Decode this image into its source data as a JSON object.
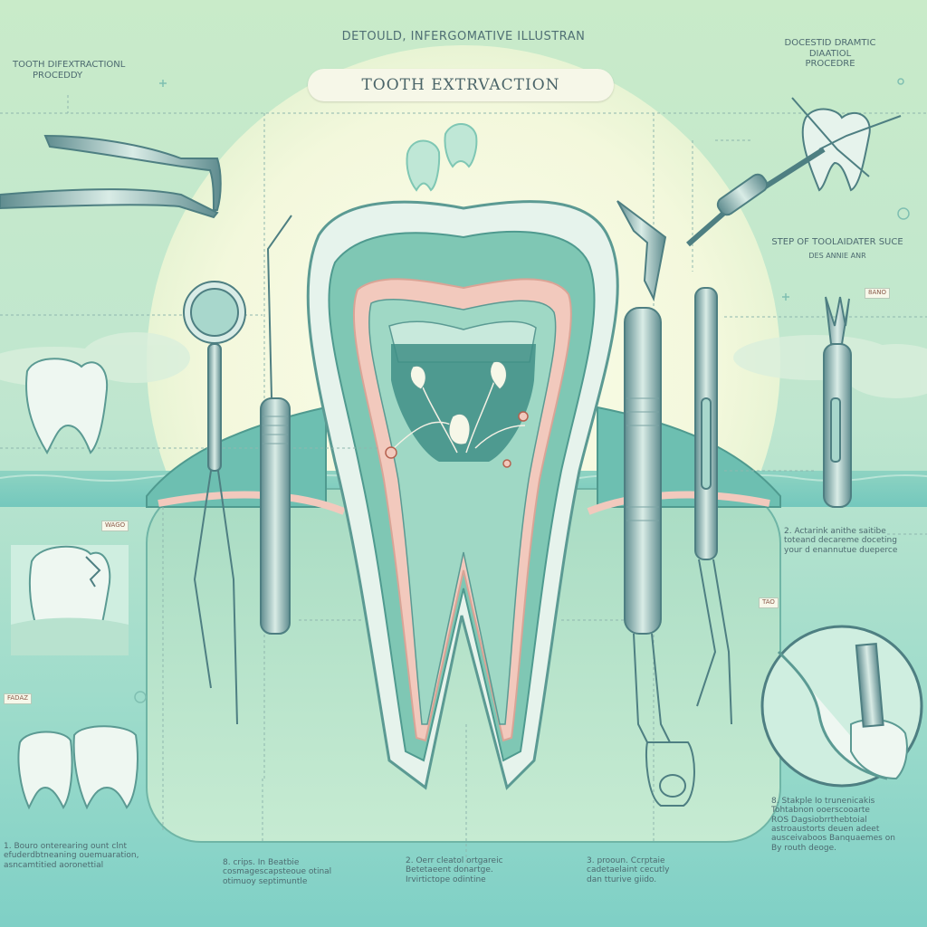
{
  "header": {
    "subtitle": "DETOULD, INFERGOMATIVE ILLUSTRAN",
    "title": "TOOTH EXTRVACTION"
  },
  "top_left_label": [
    "TOOTH DIFEXTRACTIONL",
    "PROCEDDY"
  ],
  "top_right_label": [
    "DOCESTID DRAMTIC",
    "DIAATIOL",
    "PROCEDRE"
  ],
  "right_steps": {
    "heading": "STEP OF TOOLAIDATER SUCE",
    "sub": "DES ANNIE ANR"
  },
  "notes": {
    "right_1": [
      "2. Actarink anithe saitibe",
      "toteand decareme doceting",
      "your d enannutue dueperce"
    ],
    "right_2": [
      "8. Stakple Io trunenicakis",
      "Tohtabnon ooerscooarte",
      "ROS Dagsiobrrthebtoial",
      "astroaustorts deuen adeet",
      "ausceivaboos Banquaemes on",
      "By routh deoge."
    ],
    "bottom_left": [
      "1. Bouro onterearing ount clnt",
      "efuderdbtneaning ouemuaration,",
      "asncamtitied aoronettial"
    ],
    "bottom_1": [
      "8. crips. In Beatbie",
      "cosmagescapsteoue otinal",
      "otimuoy septimuntle"
    ],
    "bottom_2": [
      "2. Oerr cleatol ortgareic",
      "Betetaeent donartge.",
      "Irvirtictope odintine"
    ],
    "bottom_3": [
      "3. prooun. Ccrptaie",
      "cadetaelaint cecutly",
      "dan tturive giido."
    ]
  },
  "tags": [
    "WAGO",
    "FADAZ",
    "TAO",
    "8ANO"
  ],
  "colors": {
    "background": "#c9ebc9",
    "enamel": "#e6f3ec",
    "dentin": "#7fc7b4",
    "pulp": "#f2c9bd",
    "gum": "#6dbfb1",
    "instrument": "#5d8b8e"
  }
}
